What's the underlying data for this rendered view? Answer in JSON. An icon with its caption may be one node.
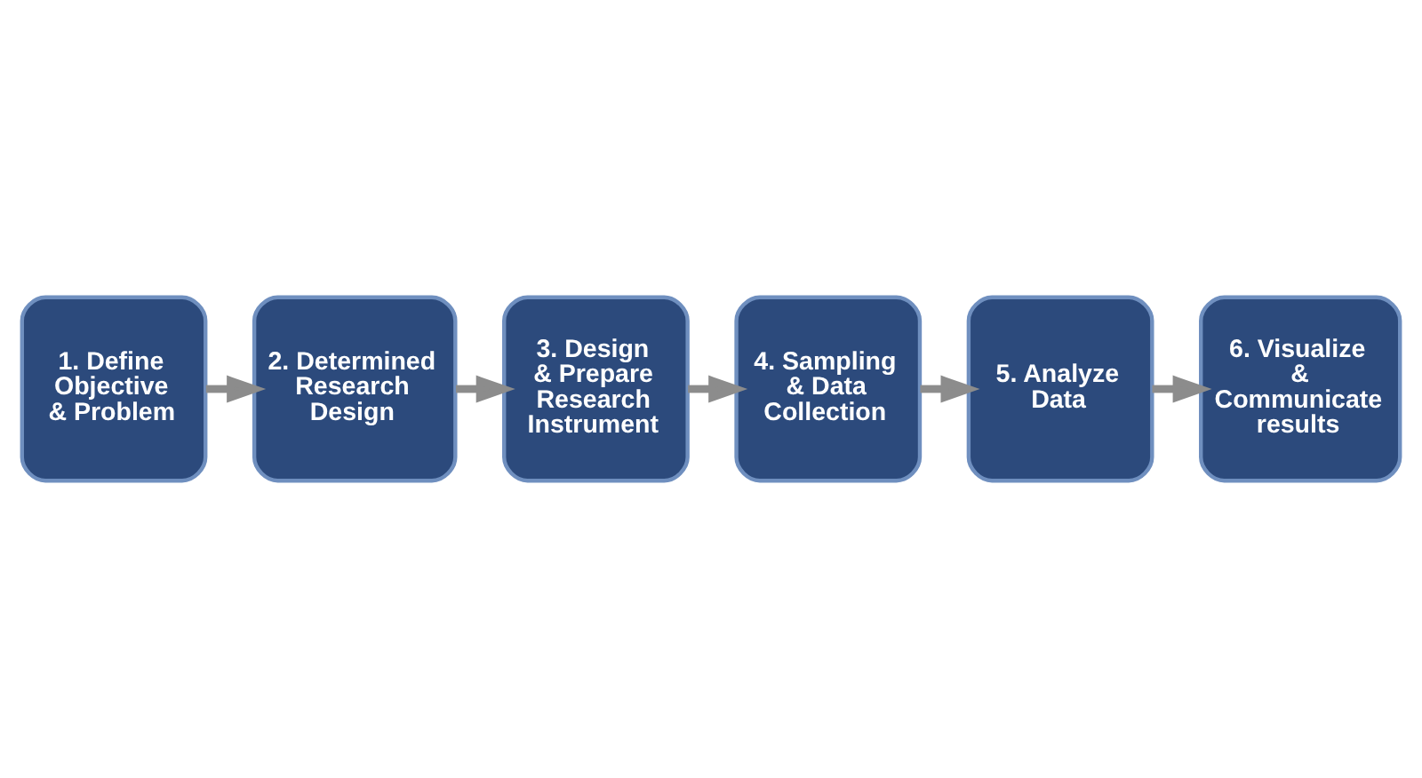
{
  "diagram": {
    "nodes": [
      {
        "text": [
          "1. Define Objective & Problem"
        ]
      },
      {
        "text": [
          "2. Determined Research Design"
        ]
      },
      {
        "text": [
          "3. Design & Prepare Research Instrument"
        ]
      },
      {
        "text": [
          "4. Sampling & Data Collection"
        ]
      },
      {
        "text": [
          "5. Analyze Data"
        ]
      },
      {
        "text": [
          "6. Visualize & Communicate results"
        ]
      }
    ],
    "edges": [
      {
        "from": 0,
        "to": 1,
        "arrow": "to"
      },
      {
        "from": 1,
        "to": 2,
        "arrow": "to"
      },
      {
        "from": 2,
        "to": 3,
        "arrow": "to"
      },
      {
        "from": 3,
        "to": 4,
        "arrow": "to"
      },
      {
        "from": 4,
        "to": 5,
        "arrow": "to"
      }
    ]
  }
}
